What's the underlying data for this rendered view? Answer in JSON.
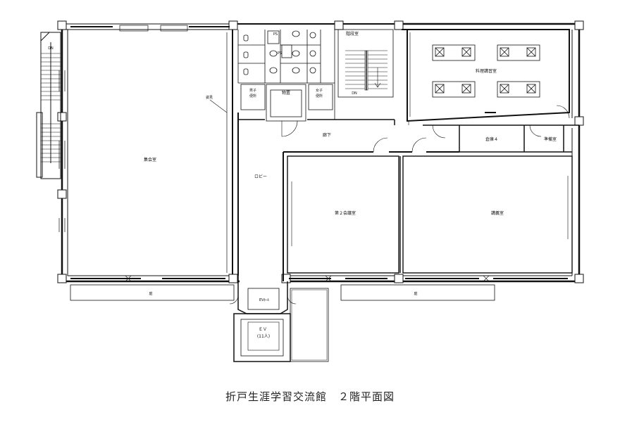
{
  "title": "折戸生涯学習交流館　２階平面図",
  "rooms": {
    "assembly_hall": "集会室",
    "lobby": "ロビー",
    "meeting_room_2": "第２会議室",
    "lecture_room": "講義室",
    "cooking_room": "料理講習室",
    "stairwell": "階段室",
    "storage_room": "物置",
    "corridor": "廊下",
    "warehouse_4": "倉庫４",
    "prep_room": "準備室",
    "mens_toilet": [
      "男子",
      "便所"
    ],
    "womens_toilet": [
      "女子",
      "便所"
    ],
    "ev_hall": "EVﾎｰﾙ",
    "elevator": [
      "ＥＶ",
      "(11人)"
    ],
    "ps_1": "PS",
    "ps_2": "PS",
    "viewing_window": "姿見",
    "garden_left": "庭",
    "garden_right": "庭",
    "dn_left": "DN",
    "dn_stair": "DN"
  }
}
